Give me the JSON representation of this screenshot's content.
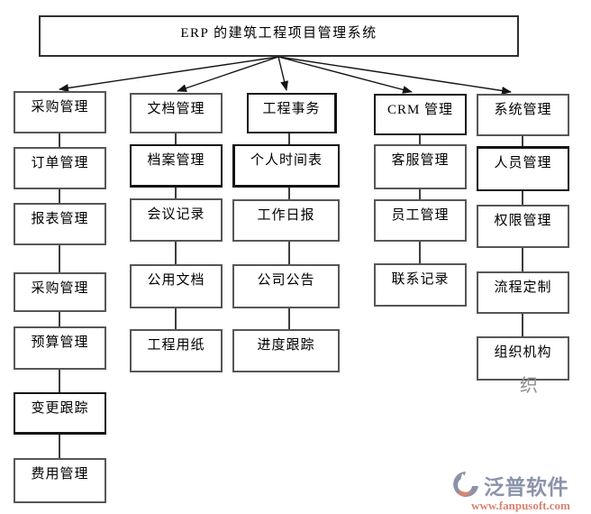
{
  "diagram": {
    "title": "ERP 的建筑工程项目管理系统",
    "columns": [
      {
        "header": "采购管理",
        "items": [
          "订单管理",
          "报表管理",
          "采购管理",
          "预算管理",
          "变更跟踪",
          "费用管理"
        ]
      },
      {
        "header": "文档管理",
        "items": [
          "档案管理",
          "会议记录",
          "公用文档",
          "工程用纸"
        ]
      },
      {
        "header": "工程事务",
        "items": [
          "个人时间表",
          "工作日报",
          "公司公告",
          "进度跟踪"
        ]
      },
      {
        "header": "CRM 管理",
        "items": [
          "客服管理",
          "员工管理",
          "联系记录"
        ]
      },
      {
        "header": "系统管理",
        "items": [
          "人员管理",
          "权限管理",
          "流程定制",
          "组织机构"
        ]
      }
    ],
    "stray_text": "织",
    "stray_color": "#8f8f8f",
    "line_color": "#3d3d3d",
    "arrow_color": "#141414"
  },
  "watermark": {
    "brand": "泛普软件",
    "url": "www.fanpusoft.com",
    "brand_color": "#8a93aa",
    "url_color": "#d9826f",
    "logo_gray": "#8a93aa",
    "logo_orange": "#e08468",
    "logo_icon": "fanpu-logo-icon"
  }
}
